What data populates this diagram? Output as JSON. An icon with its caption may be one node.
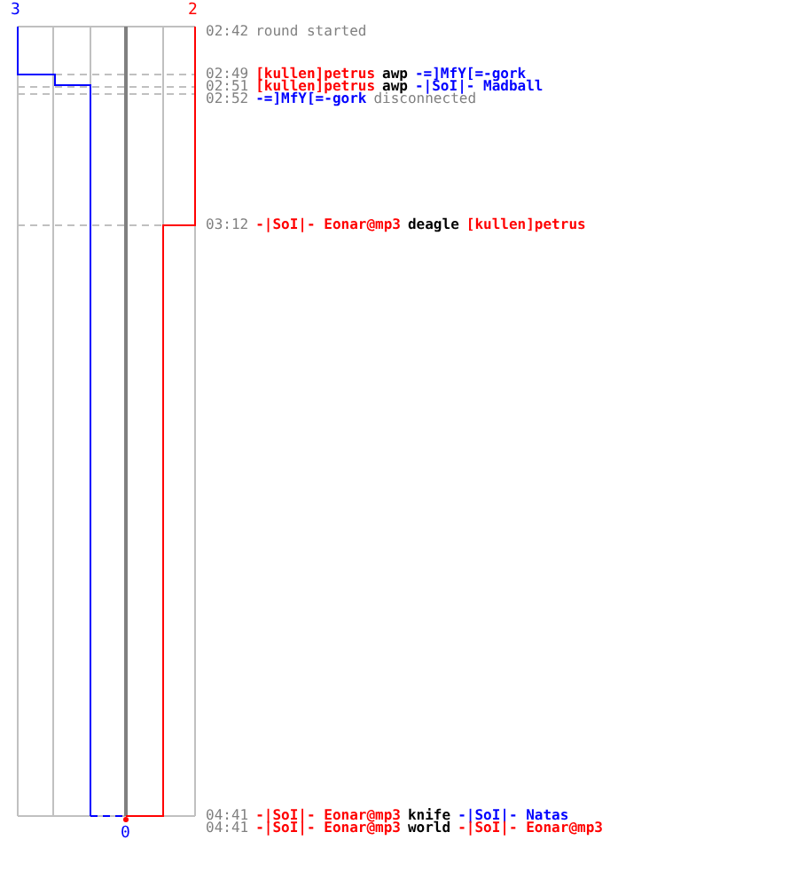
{
  "diagram": {
    "labels": [
      "3",
      "2",
      "02:42",
      "round started",
      "02:49",
      "[kullen]petrus",
      "awp",
      "-=]MfY[=-gork",
      "02:51",
      "[kullen]petrus",
      "awp",
      "-|SoI|- Madball",
      "02:52",
      "-=]MfY[=-gork",
      "disconnected",
      "03:12",
      "-|SoI|- Eonar@mp3",
      "deagle",
      "[kullen]petrus",
      "04:41",
      "-|SoI|- Eonar@mp3",
      "knife",
      "-|SoI|- Natas",
      "0",
      "04:41",
      "-|SoI|- Eonar@mp3",
      "world",
      "-|SoI|- Eonar@mp3"
    ]
  }
}
